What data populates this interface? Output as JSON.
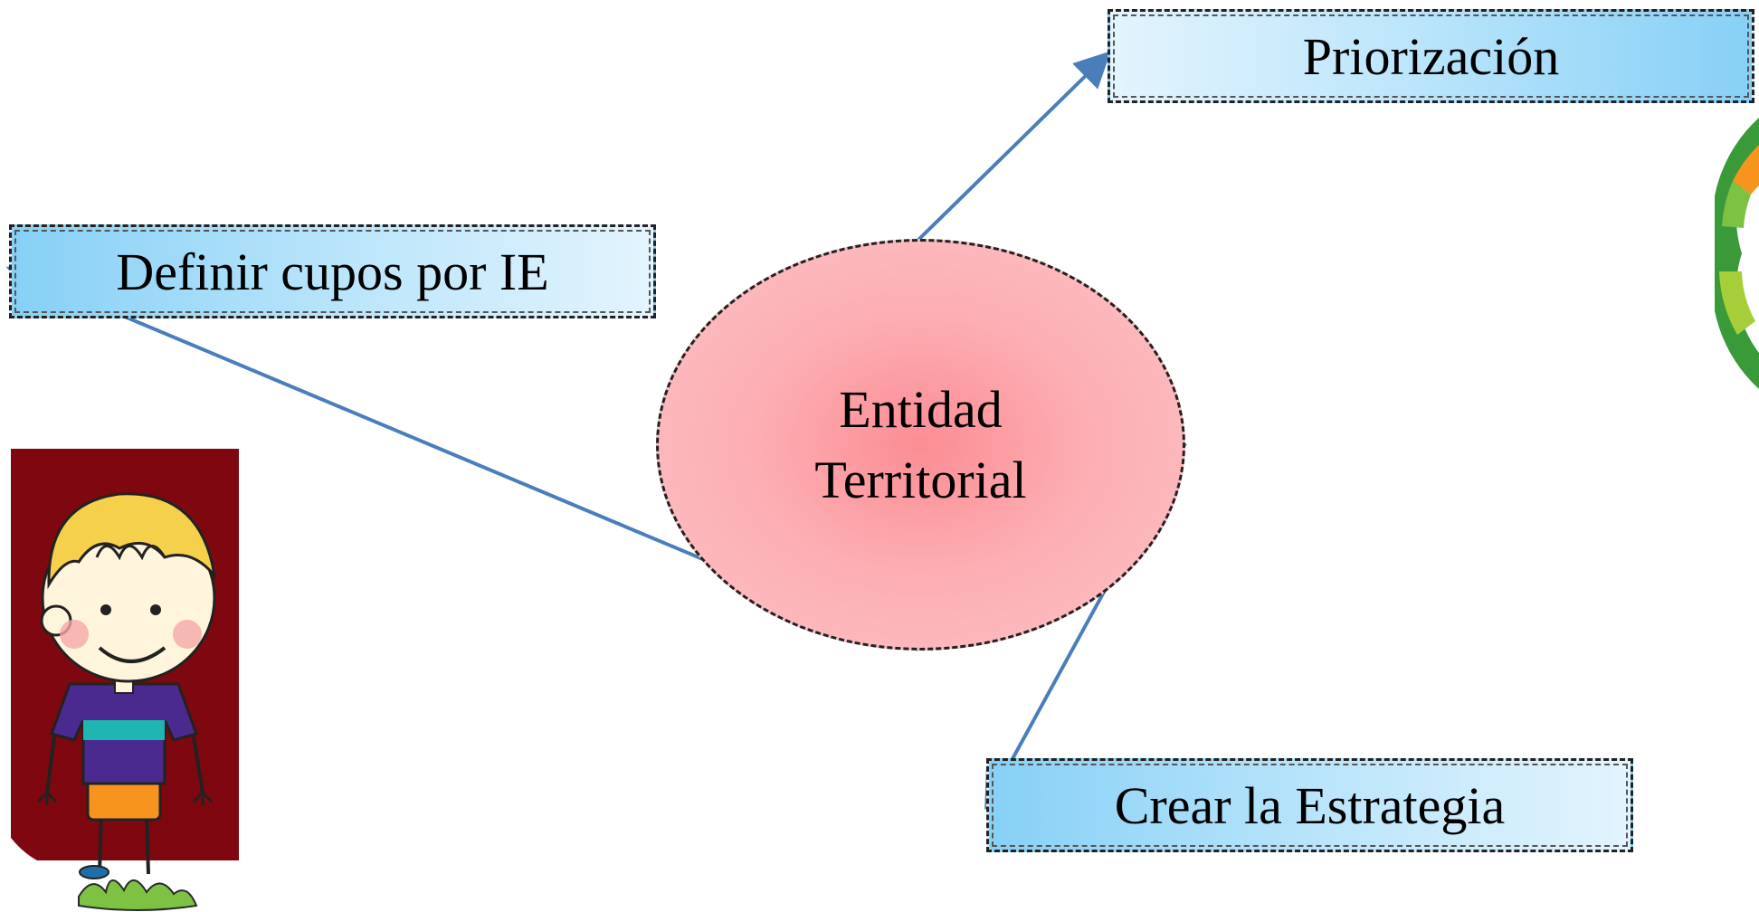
{
  "nodes": {
    "center": {
      "line1": "Entidad",
      "line2": "Territorial"
    },
    "priorizacion": {
      "label": "Priorización"
    },
    "definir_cupos": {
      "label": "Definir cupos por IE"
    },
    "crear_estrategia": {
      "label": "Crear la Estrategia"
    }
  },
  "colors": {
    "box_fill": "#bde6fb",
    "box_fill_dark": "#87d0f6",
    "center_fill": "#fb8d94",
    "arrow": "#4a7ebb",
    "panel": "#7f0810"
  },
  "icons": [
    "arrow-icon",
    "cartoon-boy-illustration",
    "decorative-ring-icon"
  ]
}
